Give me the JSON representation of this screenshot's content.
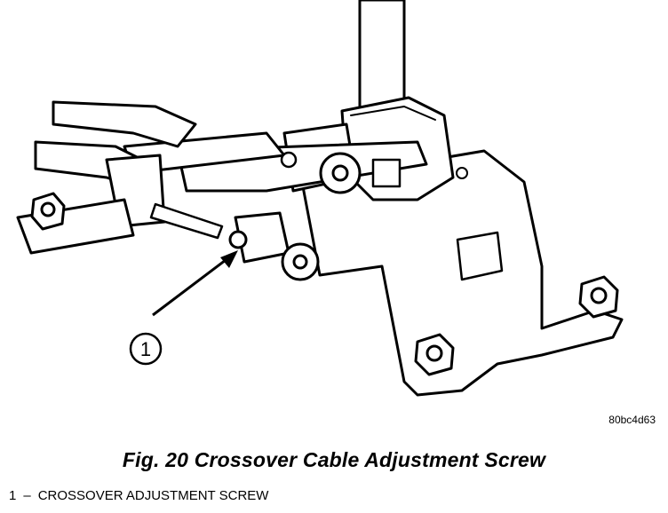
{
  "figure": {
    "callout": "1",
    "reference_code": "80bc4d63",
    "caption": "Fig. 20 Crossover Cable Adjustment Screw"
  },
  "legend": [
    {
      "number": "1",
      "dash": "–",
      "label": "CROSSOVER ADJUSTMENT SCREW"
    }
  ]
}
